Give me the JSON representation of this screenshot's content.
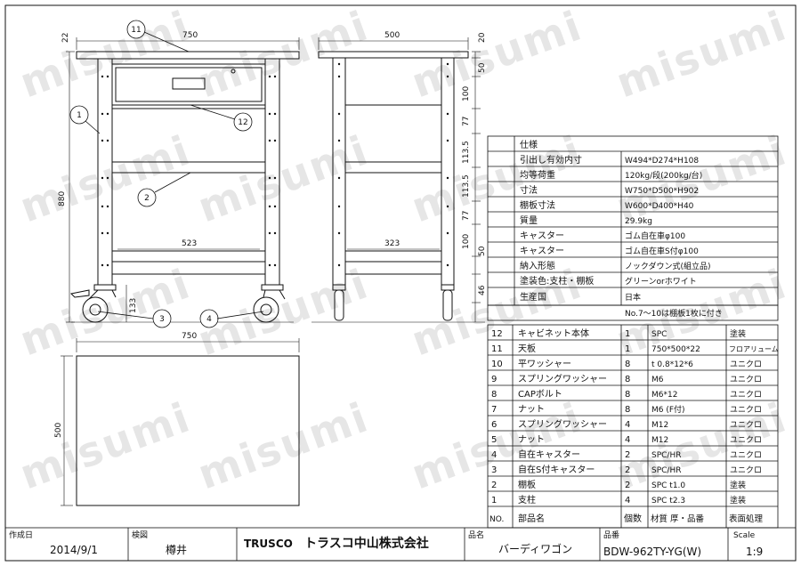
{
  "front_view": {
    "dims": {
      "top_thick": "22",
      "width": "750",
      "height": "880",
      "shelf_width": "523",
      "caster_height": "133"
    }
  },
  "side_view": {
    "dims": {
      "depth": "500",
      "top_thick": "20",
      "v1": "50",
      "v2": "100",
      "v3": "77",
      "v4": "113.5",
      "v5": "113.5",
      "v6": "77",
      "v7": "100",
      "v8": "50",
      "v9": "46",
      "shelf_depth": "323"
    }
  },
  "plan_view": {
    "dims": {
      "width": "750",
      "depth": "500"
    }
  },
  "balloons": [
    "11",
    "1",
    "12",
    "2",
    "3",
    "4"
  ],
  "spec_table": {
    "rows": [
      [
        "仕様",
        ""
      ],
      [
        "引出し有効内寸",
        "W494*D274*H108"
      ],
      [
        "均等荷重",
        "120kg/段(200kg/台)"
      ],
      [
        "寸法",
        "W750*D500*H902"
      ],
      [
        "棚板寸法",
        "W600*D400*H40"
      ],
      [
        "質量",
        "29.9kg"
      ],
      [
        "キャスター",
        "ゴム自在車φ100"
      ],
      [
        "キャスター",
        "ゴム自在車S付φ100"
      ],
      [
        "納入形態",
        "ノックダウン式(組立品)"
      ],
      [
        "塗装色:支柱・棚板",
        "グリーンorホワイト"
      ],
      [
        "生産国",
        "日本"
      ]
    ],
    "note": "No.7～10は棚板1枚に付き"
  },
  "parts_table": {
    "rows": [
      [
        "12",
        "キャビネット本体",
        "1",
        "SPC",
        "塗装"
      ],
      [
        "11",
        "天板",
        "1",
        "750*500*22",
        "フロアリューム"
      ],
      [
        "10",
        "平ワッシャー",
        "8",
        "t 0.8*12*6",
        "ユニクロ"
      ],
      [
        "9",
        "スプリングワッシャー",
        "8",
        "M6",
        "ユニクロ"
      ],
      [
        "8",
        "CAPボルト",
        "8",
        "M6*12",
        "ユニクロ"
      ],
      [
        "7",
        "ナット",
        "8",
        "M6 (F付)",
        "ユニクロ"
      ],
      [
        "6",
        "スプリングワッシャー",
        "4",
        "M12",
        "ユニクロ"
      ],
      [
        "5",
        "ナット",
        "4",
        "M12",
        "ユニクロ"
      ],
      [
        "4",
        "自在キャスター",
        "2",
        "SPC/HR",
        "ユニクロ"
      ],
      [
        "3",
        "自在S付キャスター",
        "2",
        "SPC/HR",
        "ユニクロ"
      ],
      [
        "2",
        "棚板",
        "2",
        "SPC t1.0",
        "塗装"
      ],
      [
        "1",
        "支柱",
        "4",
        "SPC t2.3",
        "塗装"
      ]
    ],
    "header": [
      "NO.",
      "部品名",
      "個数",
      "材質 厚・品番",
      "表面処理"
    ]
  },
  "title_block": {
    "created_label": "作成日",
    "created_date": "2014/9/1",
    "checked_label": "検図",
    "checker": "樽井",
    "company_logo": "TRUSCO",
    "company_name": "トラスコ中山株式会社",
    "name_label": "品名",
    "product_name": "バーディワゴン",
    "code_label": "品番",
    "product_code": "BDW-962TY-YG(W)",
    "scale_label": "Scale",
    "scale_value": "1:9"
  },
  "watermark": "misumi"
}
